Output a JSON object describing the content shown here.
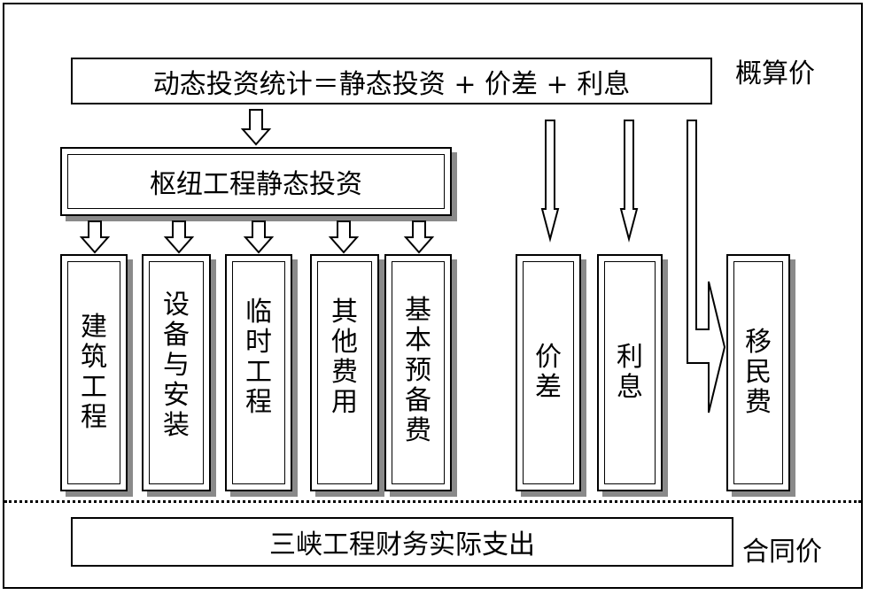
{
  "top_formula": "动态投资统计＝静态投资 + 价差 + 利息",
  "label_estimate": "概算价",
  "hub_title": "枢纽工程静态投资",
  "components": [
    {
      "label": "建筑工程"
    },
    {
      "label": "设备与安装"
    },
    {
      "label": "临时工程"
    },
    {
      "label": "其他费用"
    },
    {
      "label": "基本预备费"
    }
  ],
  "extras": [
    {
      "label": "价差"
    },
    {
      "label": "利息"
    },
    {
      "label": "移民费"
    }
  ],
  "bottom_box": "三峡工程财务实际支出",
  "label_contract": "合同价"
}
